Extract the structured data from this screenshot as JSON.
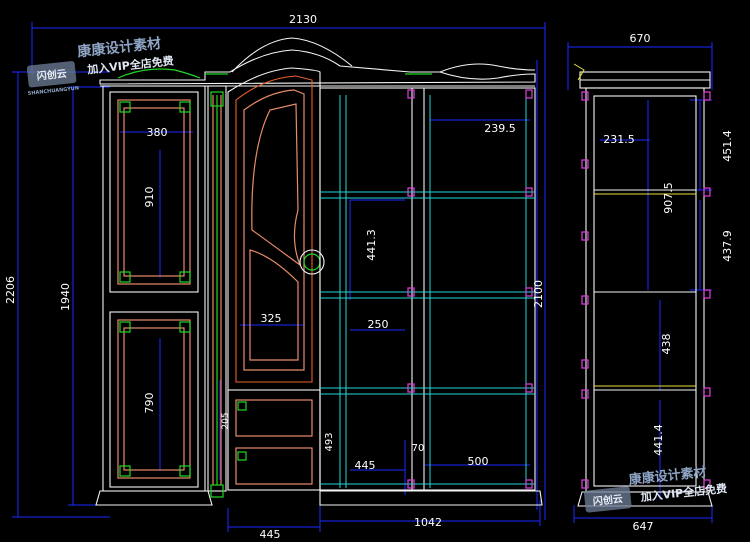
{
  "colors": {
    "background": "#000000",
    "dimension": "#1a2cff",
    "text": "#ffffff",
    "frame": "#f4f4f4",
    "panel": "#e88b6a",
    "door": "#e8602a",
    "shelf": "#23d6d6",
    "ornament": "#1dd820",
    "hinge": "#e040e0",
    "highlight": "#e8e03a",
    "watermark": "#8ea4c4"
  },
  "front_view": {
    "overall_width": "2130",
    "overall_height": "2206",
    "left_height": "1940",
    "center_height": "2100",
    "panel_width": "380",
    "upper_panel_height": "910",
    "lower_panel_height": "790",
    "pilaster_height": "205",
    "door_width": "325",
    "door_gap": "441.3",
    "shelf_top_height": "239.5",
    "shelf_depth": "250",
    "drawer_block": "493",
    "plinth_gap": "70",
    "left_bottom": "445",
    "shelf_bottom_left": "445",
    "shelf_bottom_right": "500",
    "right_bottom": "1042"
  },
  "side_view": {
    "top_width": "670",
    "bottom_width": "647",
    "inner_offset": "231.5",
    "upper_height": "451.4",
    "middle_height": "437.9",
    "inner_height": "907.5",
    "lower_height": "438",
    "bottom_height": "441.4"
  },
  "watermarks": {
    "logo": "闪创云",
    "logo_sub": "SHANCHUANGYUN",
    "brand": "康康设计素材",
    "promo": "加入VIP全店免费"
  }
}
